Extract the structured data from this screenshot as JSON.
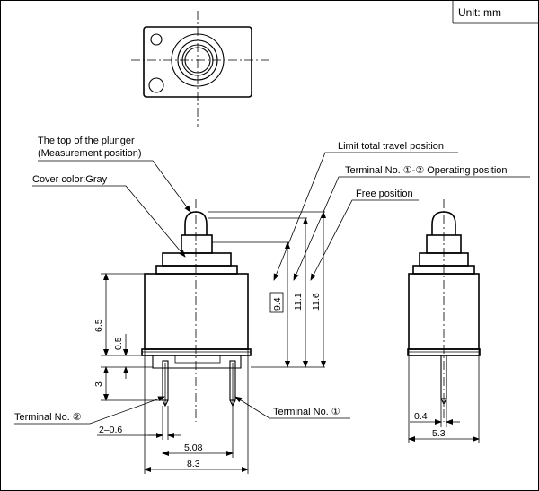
{
  "unit": "Unit: mm",
  "callouts": {
    "plunger_top_1": "The top of the plunger",
    "plunger_top_2": "(Measurement position)",
    "cover_color": "Cover color:Gray",
    "limit_travel": "Limit total travel position",
    "operating_position": "Terminal No. ①-② Operating position",
    "free_position": "Free position",
    "terminal_2": "Terminal No. ②",
    "terminal_1": "Terminal No. ①"
  },
  "dimensions": {
    "d9_4": "9.4",
    "d11_1": "11.1",
    "d11_6": "11.6",
    "d6_5": "6.5",
    "d0_5": "0.5",
    "d3": "3",
    "d2_0_6": "2–0.6",
    "d5_08": "5.08",
    "d8_3": "8.3",
    "d0_4": "0.4",
    "d5_3": "5.3"
  }
}
